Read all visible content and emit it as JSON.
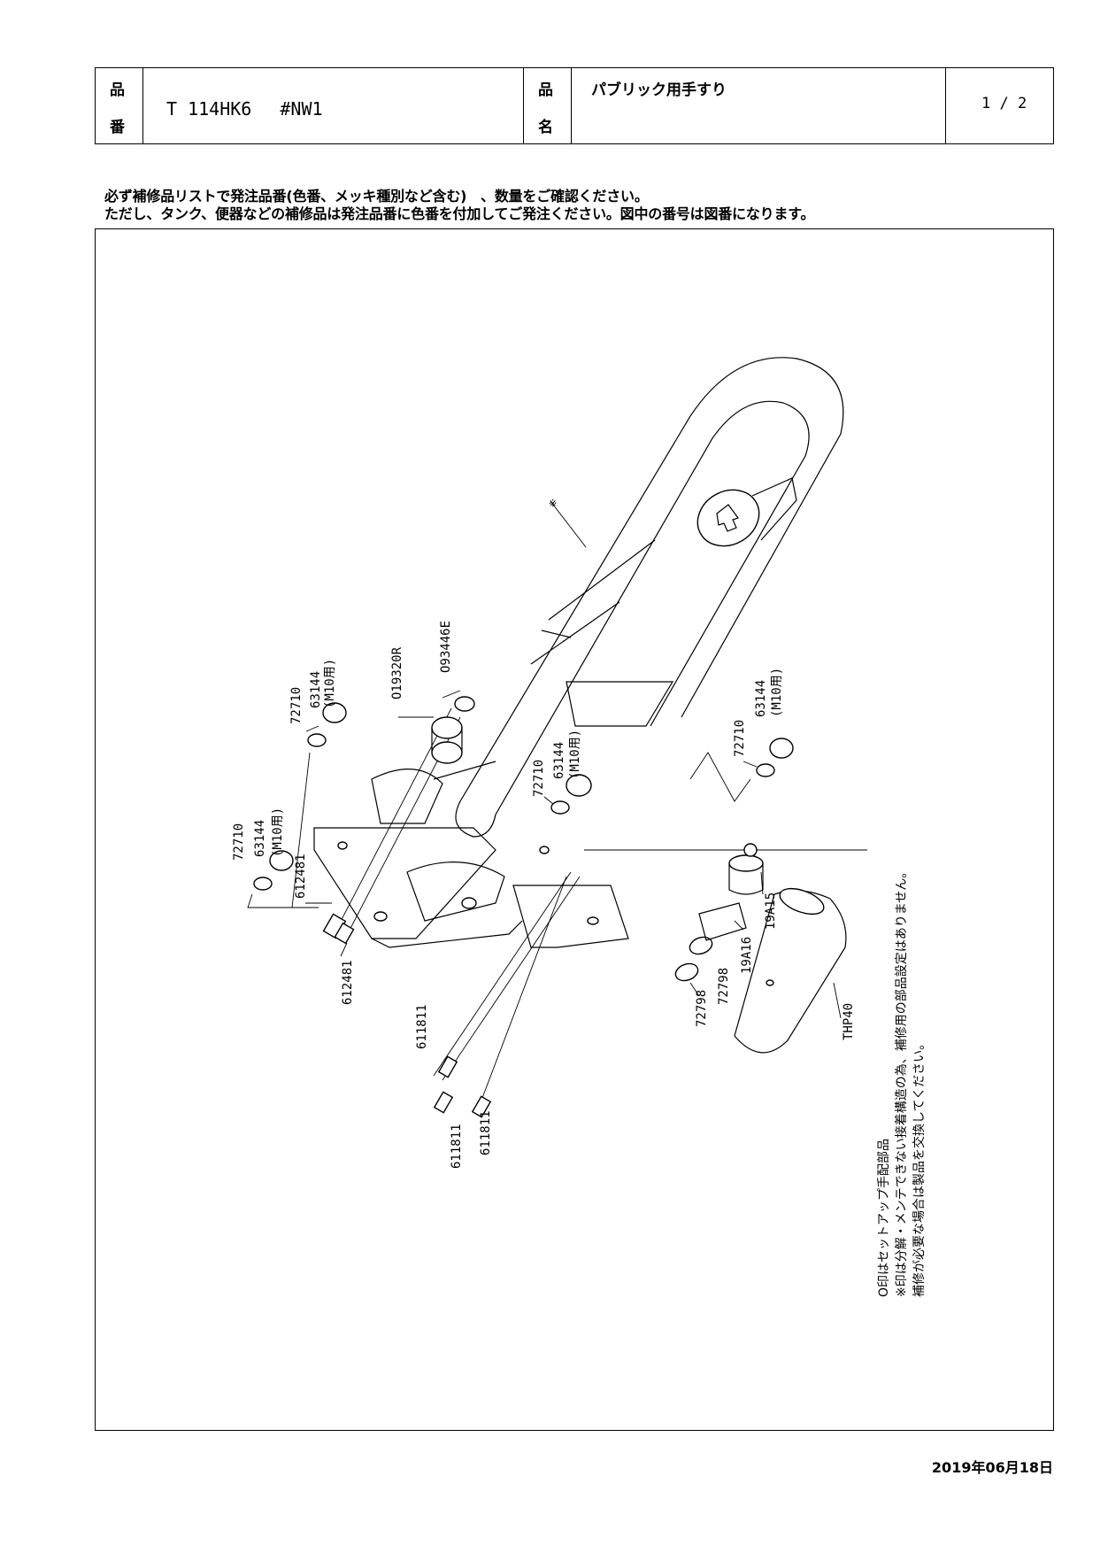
{
  "header": {
    "product_no_label_1": "品",
    "product_no_label_2": "番",
    "product_no": "T 114HK6　 #NW1",
    "product_name_label_1": "品",
    "product_name_label_2": "名",
    "product_name": "パブリック用手すり",
    "page": "1 / 2"
  },
  "instructions": {
    "line1": "必ず補修品リストで発注品番(色番、メッキ種別など含む)　、数量をご確認ください。",
    "line2": "ただし、タンク、便器などの補修品は発注品番に色番を付加してご発注ください。図中の番号は図番になります。"
  },
  "diagram": {
    "parts": {
      "p72710_a": "72710",
      "p63144_a": "63144",
      "m10_a": "(M10用)",
      "p19320R": "O19320R",
      "p93446E": "O93446E",
      "p72710_b": "72710",
      "p63144_b": "63144",
      "m10_b": "(M10用)",
      "p72710_c": "72710",
      "p63144_c": "63144",
      "m10_c": "(M10用)",
      "p72710_d": "72710",
      "p63144_d": "63144",
      "m10_d": "(M10用)",
      "p612481_a": "612481",
      "p612481_b": "612481",
      "p611811_a": "611811",
      "p611811_b": "611811",
      "p611811_c": "611811",
      "p72798_a": "72798",
      "p72798_b": "72798",
      "p19A16": "19A16",
      "p19A15": "19A15",
      "pTHP40": "THP40",
      "asterisk": "※"
    },
    "notes": {
      "line1": "O印はセットアップ手配部品",
      "line2": "※印は分解・メンテできない接着構造の為、補修用の部品設定はありません。",
      "line3": "補修が必要な場合は製品を交換してください。"
    }
  },
  "footer": {
    "date": "2019年06月18日"
  }
}
